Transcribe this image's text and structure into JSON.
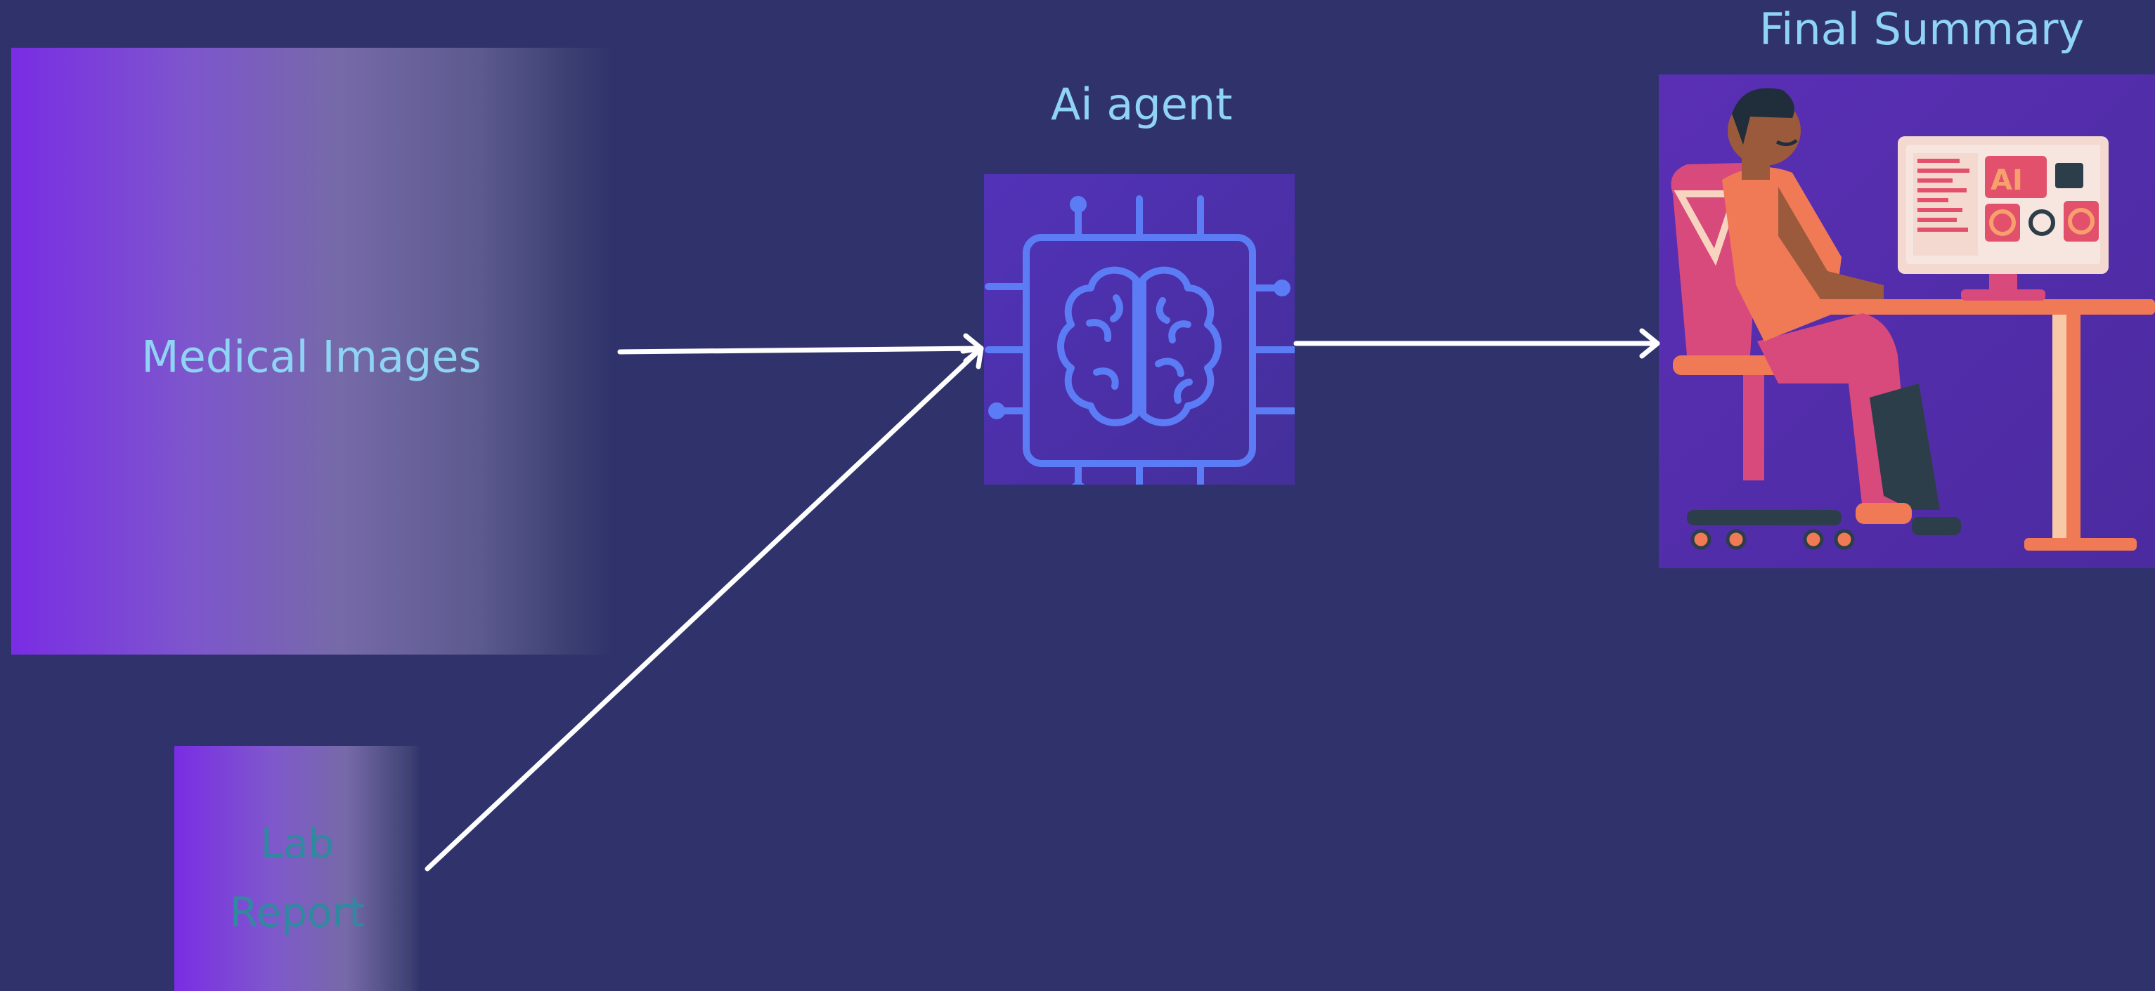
{
  "diagram": {
    "nodes": {
      "medical_images": {
        "label": "Medical Images"
      },
      "lab_report": {
        "label_line1": "Lab",
        "label_line2": "Report"
      },
      "ai_agent": {
        "title": "Ai agent",
        "icon": "brain-chip-icon"
      },
      "final_summary": {
        "title": "Final Summary",
        "illustration": "person-at-computer-illustration",
        "screen_text": "AI"
      }
    },
    "edges": [
      {
        "from": "medical_images",
        "to": "ai_agent"
      },
      {
        "from": "lab_report",
        "to": "ai_agent"
      },
      {
        "from": "ai_agent",
        "to": "final_summary"
      }
    ]
  },
  "colors": {
    "background": "#30336b",
    "label_text": "#8fd3f5",
    "lab_text": "#2f8aa0",
    "gradient_start": "#7a2de4",
    "chip_icon": "#5b7cf5",
    "arrow": "#ffffff"
  }
}
